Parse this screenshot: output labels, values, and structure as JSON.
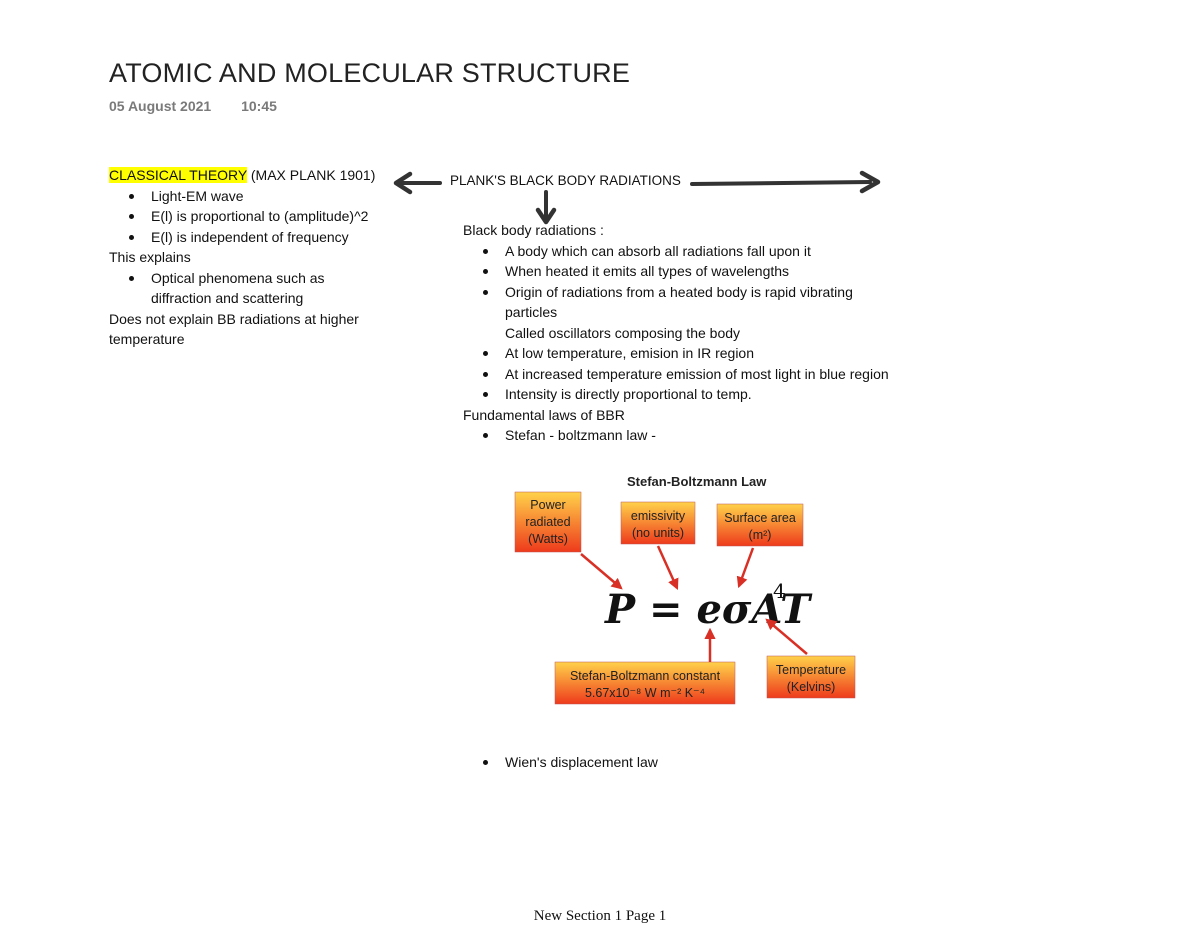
{
  "page": {
    "title": "ATOMIC AND MOLECULAR STRUCTURE",
    "date": "05 August 2021",
    "time": "10:45"
  },
  "classical": {
    "heading_highlight": "CLASSICAL THEORY",
    "heading_rest": " (MAX PLANK 1901)",
    "bullets": [
      "Light-EM wave",
      "E(l) is proportional to (amplitude)^2",
      "E(l) is independent of frequency"
    ],
    "explains_label": "This explains",
    "explains_bullets": [
      "Optical phenomena such as diffraction and scattering"
    ],
    "not_explains": "Does not explain BB radiations at higher temperature"
  },
  "plank": {
    "heading": "PLANK'S BLACK BODY RADIATIONS",
    "bb_label": "Black body  radiations :",
    "bullets": [
      "A body which can absorb all radiations fall upon it",
      "When heated it emits all types of wavelengths",
      "Origin of radiations from a heated body is rapid vibrating particles",
      "At low temperature, emision in IR region",
      "At increased temperature emission of most light in blue region",
      "Intensity is directly proportional to temp."
    ],
    "oscillators_line": "Called oscillators composing the body",
    "laws_label": "Fundamental laws of BBR",
    "law1": "Stefan - boltzmann law -",
    "law2": "Wien's displacement law"
  },
  "figure": {
    "title": "Stefan-Boltzmann Law",
    "box_power": [
      "Power",
      "radiated",
      "(Watts)"
    ],
    "box_emissivity": [
      "emissivity",
      "(no units)"
    ],
    "box_area": [
      "Surface area",
      "(m²)"
    ],
    "box_constant": [
      "Stefan-Boltzmann constant",
      "5.67x10⁻⁸ W m⁻² K⁻⁴"
    ],
    "box_temperature": [
      "Temperature",
      "(Kelvins)"
    ],
    "equation": "P = eσAT",
    "exponent": "4",
    "colors": {
      "box_top": "#ffd24a",
      "box_bottom": "#ee3a1c",
      "arrow": "#d93025"
    }
  },
  "footer": {
    "text": "New Section 1 Page 1"
  }
}
